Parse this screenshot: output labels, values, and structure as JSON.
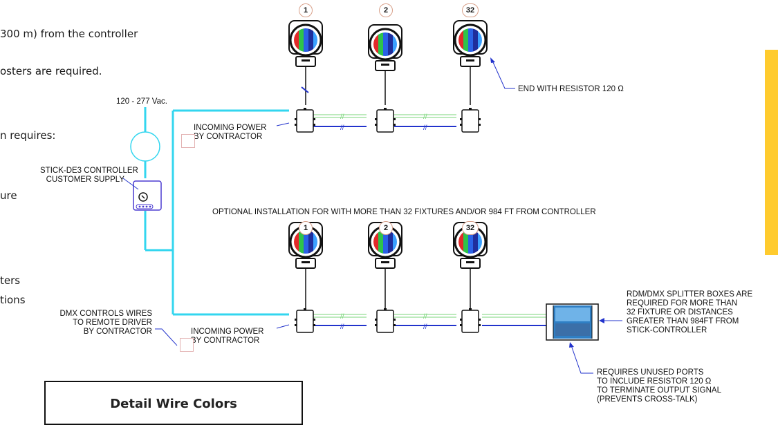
{
  "left_text": [
    "300 m) from the controller",
    "osters are required.",
    "n requires:",
    "ure",
    "ters",
    "tions"
  ],
  "labels": {
    "supply_voltage": "120 - 277 Vac.",
    "controller": [
      "STICK-DE3 CONTROLLER",
      "CUSTOMER SUPPLY"
    ],
    "incoming_power_top": [
      "INCOMING POWER",
      "BY CONTRACTOR"
    ],
    "incoming_power_bottom": [
      "INCOMING POWER",
      "BY CONTRACTOR"
    ],
    "end_resistor": "END WITH  RESISTOR 120 Ω",
    "optional_install": "OPTIONAL INSTALLATION FOR WITH MORE THAN 32 FIXTURES AND/OR  984 FT FROM CONTROLLER",
    "dmx_wires": [
      "DMX CONTROLS WIRES",
      "TO REMOTE DRIVER",
      "BY CONTRACTOR"
    ],
    "splitter_note": [
      "RDM/DMX SPLITTER BOXES ARE",
      "REQUIRED FOR MORE THAN",
      "32 FIXTURE OR DISTANCES",
      "GREATER THAN 984FT FROM",
      "STICK-CONTROLLER"
    ],
    "unused_ports_note": [
      "REQUIRES UNUSED PORTS",
      "TO INCLUDE RESISTOR 120 Ω",
      "TO TERMINATE OUTPUT SIGNAL",
      "(PREVENTS CROSS-TALK)"
    ]
  },
  "fixtures_top": [
    "1",
    "2",
    "32"
  ],
  "fixtures_bottom": [
    "1",
    "2",
    "32"
  ],
  "legend": {
    "title": "Detail Wire Colors"
  },
  "colors": {
    "power_line": "#33d6ef",
    "data_line": "#2233cc",
    "data_green": "#7bd67b",
    "accent_bar": "#ffcb2e",
    "badge_border": "#d8a08a"
  },
  "icons": [
    "fixture-icon",
    "junction-box-icon",
    "controller-icon",
    "splitter-box-icon"
  ]
}
